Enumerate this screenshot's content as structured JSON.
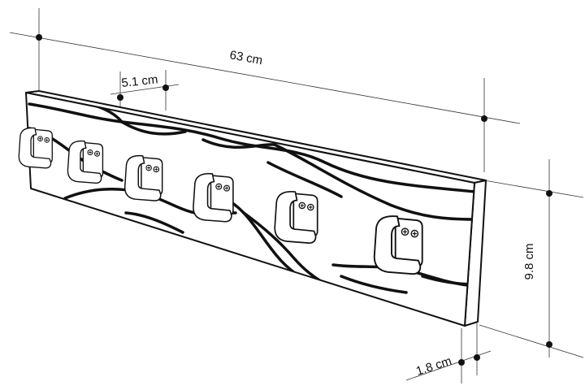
{
  "dimensions": {
    "length": "63 cm",
    "hook_spacing": "5.1 cm",
    "height": "9.8 cm",
    "depth": "1.8 cm"
  },
  "hook_count": 6
}
